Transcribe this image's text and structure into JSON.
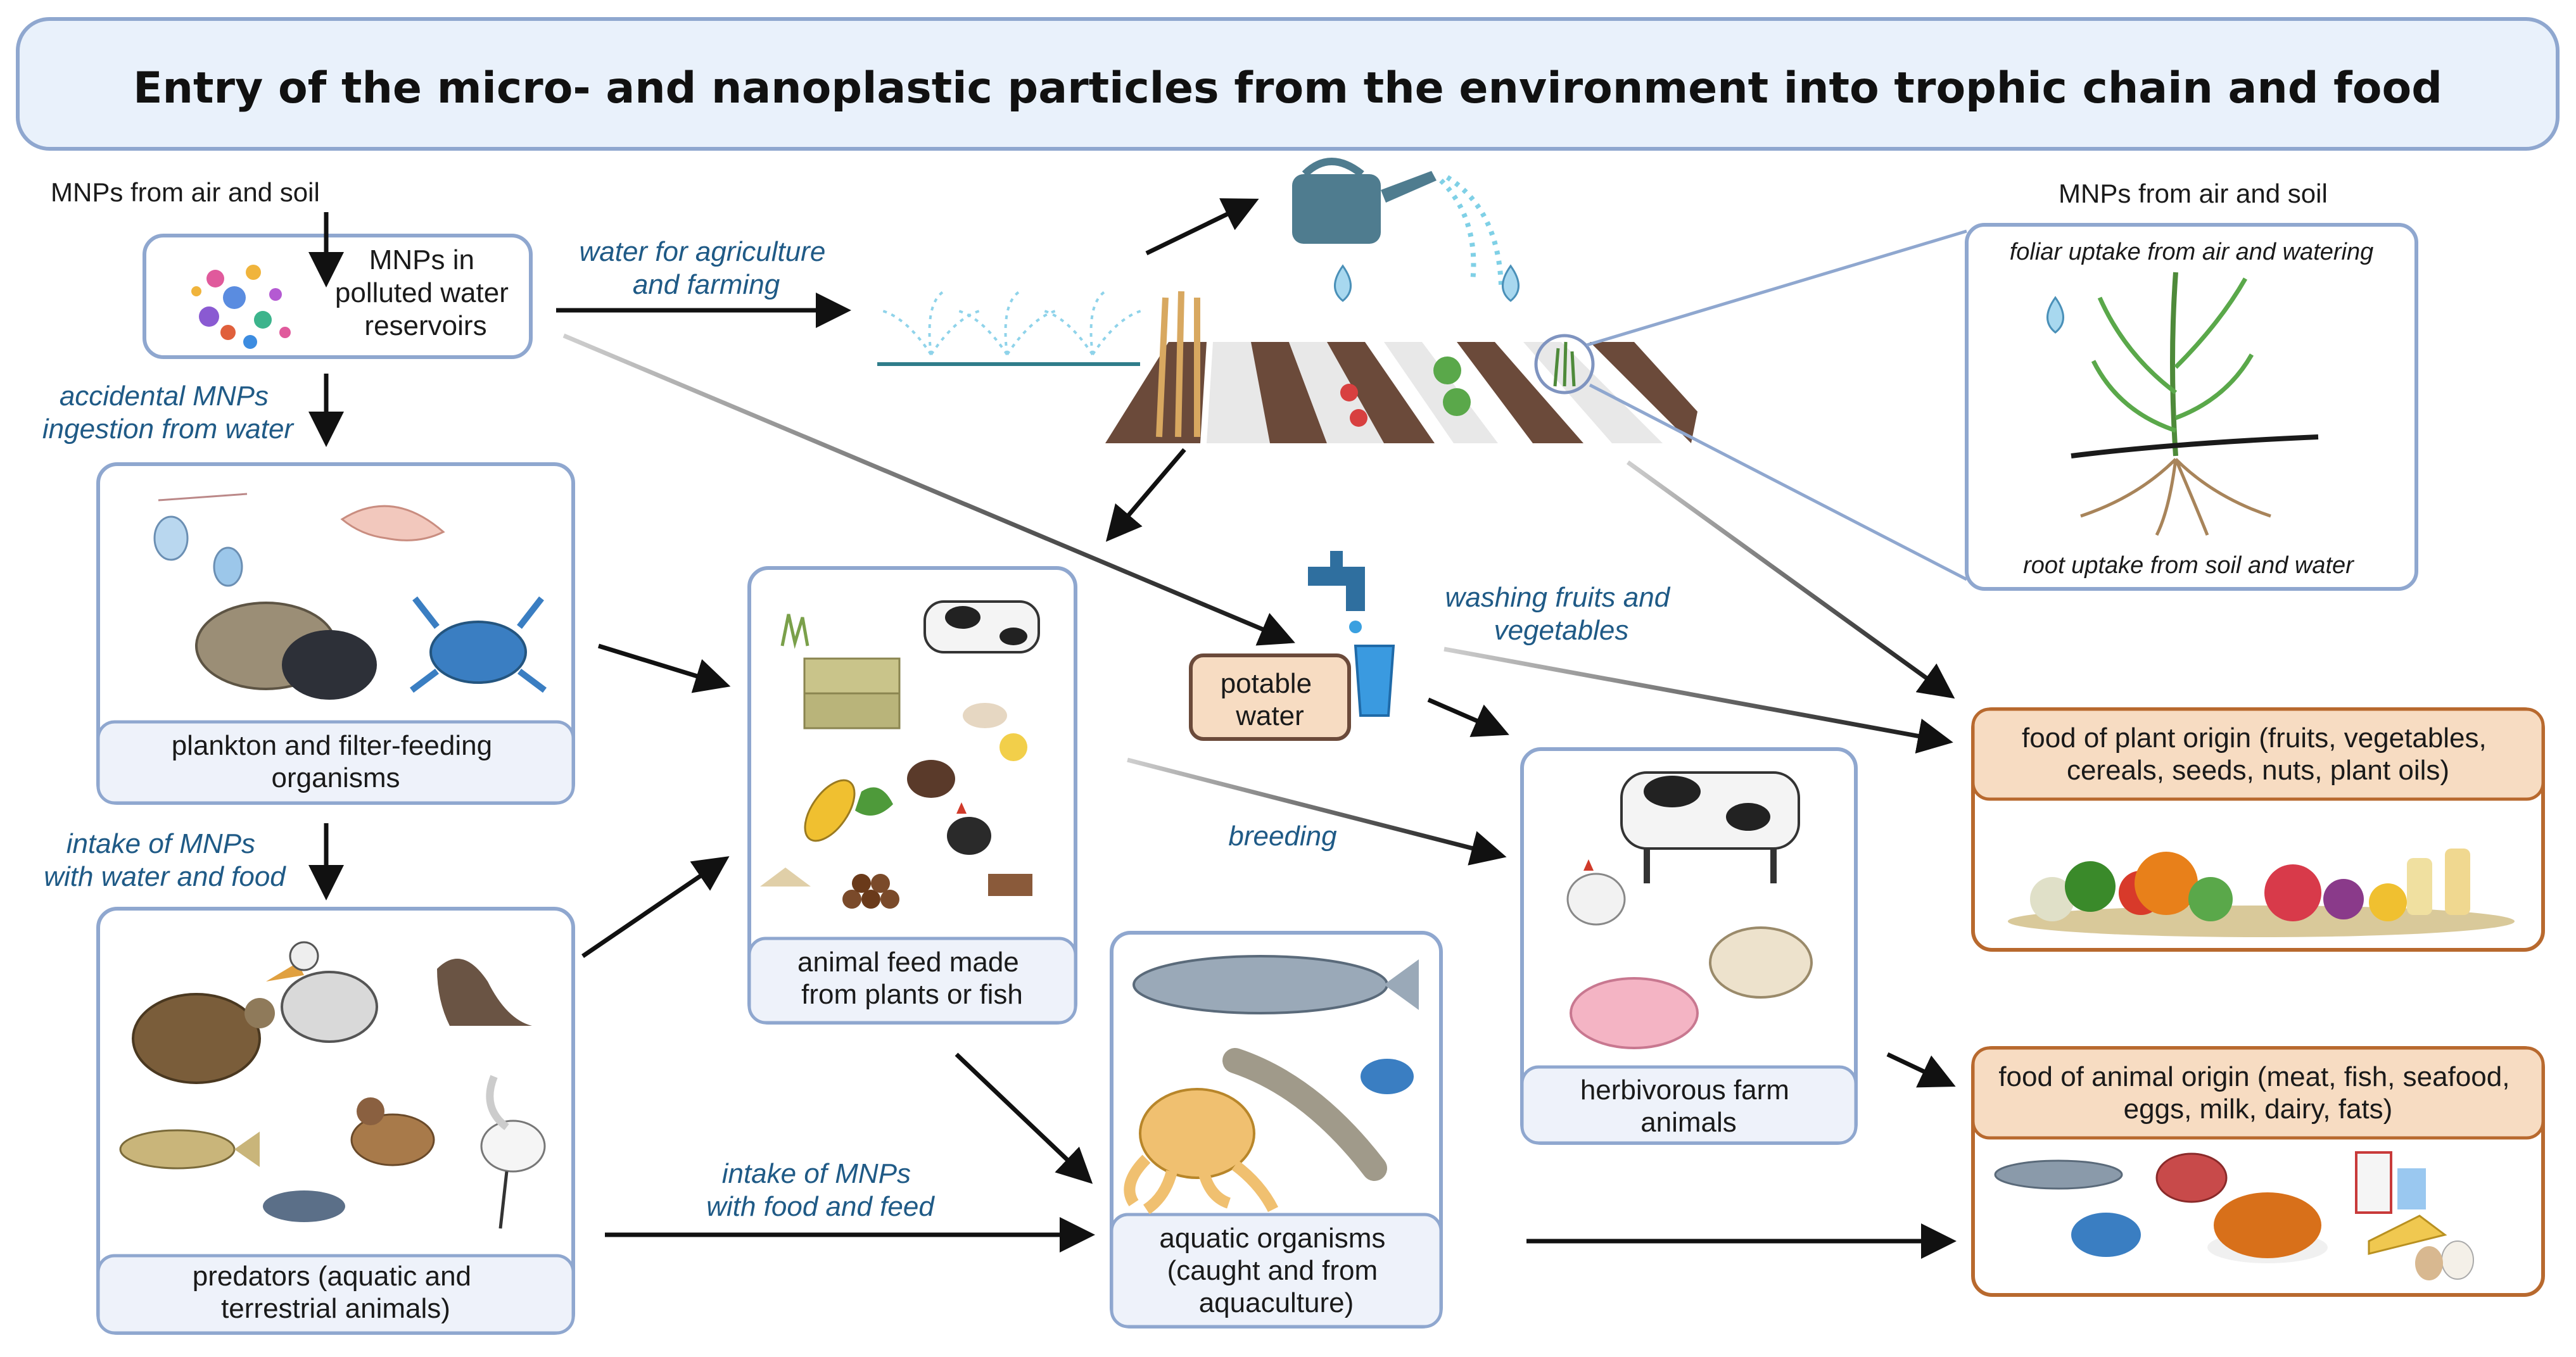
{
  "title": "Entry of the micro- and nanoplastic particles from the environment into trophic chain and food",
  "sources": {
    "left_label": "MNPs from air and soil",
    "right_label": "MNPs from air and soil"
  },
  "nodes": {
    "reservoir": {
      "lines": [
        "MNPs in",
        "polluted water",
        "reservoirs"
      ]
    },
    "plankton": {
      "lines": [
        "plankton and filter-feeding",
        "organisms"
      ]
    },
    "predators": {
      "lines": [
        "predators (aquatic and",
        "terrestrial animals)"
      ]
    },
    "animal_feed": {
      "lines": [
        "animal feed made",
        "from plants or fish"
      ]
    },
    "potable_water": {
      "lines": [
        "potable",
        "water"
      ]
    },
    "aquatic": {
      "lines": [
        "aquatic organisms",
        "(caught and from",
        "aquaculture)"
      ]
    },
    "herbivorous": {
      "lines": [
        "herbivorous farm",
        "animals"
      ]
    },
    "plant_food": {
      "lines": [
        "food of plant origin (fruits, vegetables,",
        "cereals, seeds, nuts, plant oils)"
      ]
    },
    "animal_food": {
      "lines": [
        "food of animal origin (meat, fish, seafood,",
        "eggs, milk, dairy, fats)"
      ]
    }
  },
  "plant_inset": {
    "top": "foliar uptake from air and watering",
    "bottom": "root uptake from soil and water"
  },
  "edge_labels": {
    "water_agri": [
      "water for agriculture",
      "and farming"
    ],
    "accidental": [
      "accidental MNPs",
      "ingestion from water"
    ],
    "intake_water_food": [
      "intake of MNPs",
      "with water and food"
    ],
    "washing": [
      "washing fruits and",
      "vegetables"
    ],
    "breeding": [
      "breeding"
    ],
    "intake_food_feed": [
      "intake of MNPs",
      "with food and feed"
    ]
  },
  "icons": [
    "microplastic-particles-icon",
    "zooplankton-icon",
    "shrimp-icon",
    "mussel-icon",
    "crab-icon",
    "turtle-icon",
    "pelican-icon",
    "sea-lion-icon",
    "fish-icon",
    "duck-icon",
    "egret-icon",
    "watering-can-icon",
    "sprinkler-icon",
    "field-icon",
    "tap-icon",
    "glass-icon",
    "hay-bales-icon",
    "cow-icon",
    "turkey-icon",
    "hen-icon",
    "chick-icon",
    "corn-icon",
    "feed-pellets-icon",
    "salmon-icon",
    "octopus-icon",
    "catfish-icon",
    "sheep-icon",
    "pig-icon",
    "plant-icon",
    "vegetables-icon",
    "meat-icon",
    "milk-icon",
    "cheese-icon",
    "eggs-icon",
    "roast-chicken-icon"
  ],
  "colors": {
    "node_border": "#8fa7cf",
    "node_band": "#eef2fa",
    "food_border": "#b8692e",
    "food_band": "#f7dcc2",
    "edge_label": "#1f5a86"
  }
}
